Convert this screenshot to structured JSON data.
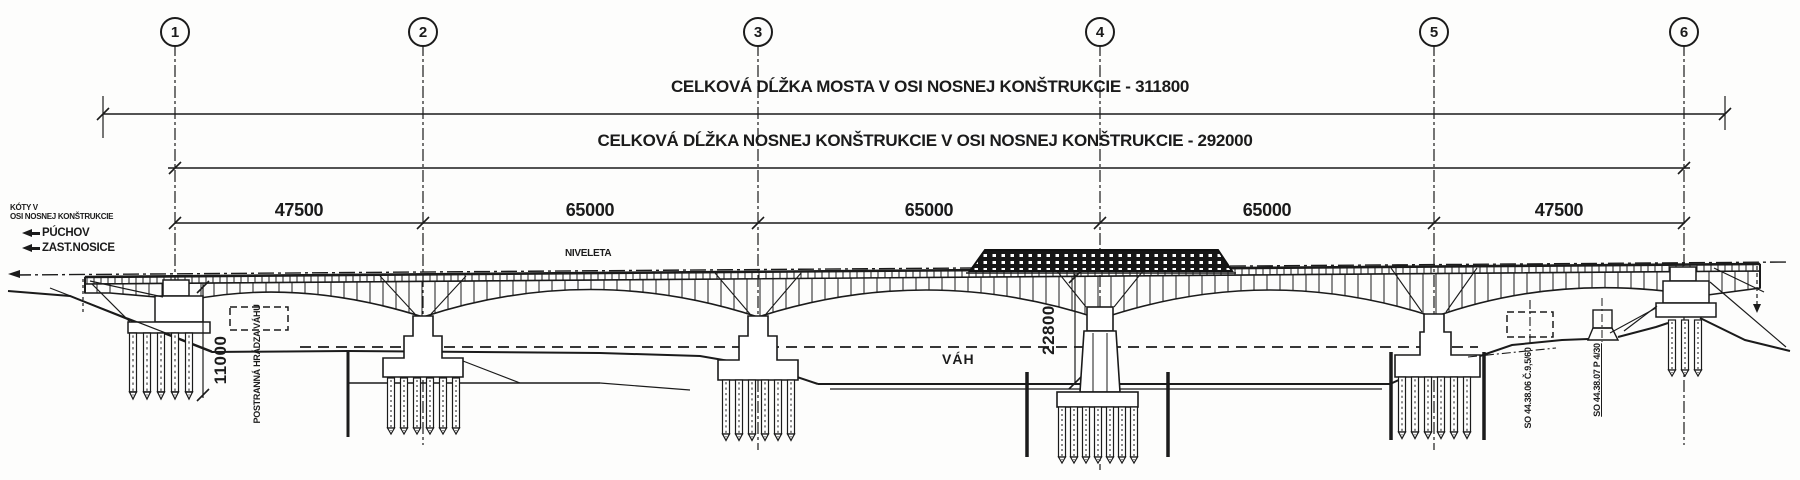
{
  "drawing": {
    "ink_color": "#1b1b1b",
    "paper_color": "#fdfdfc",
    "axis_labels": [
      "1",
      "2",
      "3",
      "4",
      "5",
      "6"
    ],
    "dim_total_bridge": "CELKOVÁ DĹŽKA MOSTA V OSI NOSNEJ KONŠTRUKCIE - 311800",
    "dim_total_superstructure": "CELKOVÁ DĹŽKA NOSNEJ KONŠTRUKCIE V OSI NOSNEJ KONŠTRUKCIE - 292000",
    "span_dims": [
      "47500",
      "65000",
      "65000",
      "65000",
      "47500"
    ],
    "note_koty_line1": "KÓTY V",
    "note_koty_line2": "OSI NOSNEJ KONŠTRUKCIE",
    "dir_puchov": "PÚCHOV",
    "dir_nosice": "ZAST.NOSICE",
    "niveleta": "NIVELETA",
    "river": "VÁH",
    "dim_pier_height": "22800",
    "dim_abutment_depth": "11000",
    "levee_note": "POSTRANNÁ HRÁDZA VÁHU",
    "so_note_1": "SO 44.38.06 Č.9,5/60",
    "so_note_2": "SO 44.38.07 P 4/30"
  }
}
